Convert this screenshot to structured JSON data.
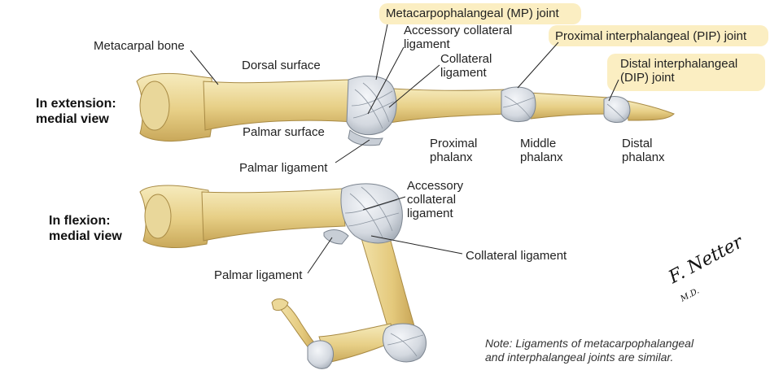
{
  "headings": {
    "extension": [
      "In extension:",
      "medial view"
    ],
    "flexion": [
      "In flexion:",
      "medial view"
    ]
  },
  "labels": {
    "metacarpal_bone": "Metacarpal bone",
    "dorsal_surface": "Dorsal surface",
    "palmar_surface": "Palmar surface",
    "mp_joint": "Metacarpophalangeal (MP) joint",
    "accessory_collateral_top": [
      "Accessory collateral",
      "ligament"
    ],
    "collateral_top": [
      "Collateral",
      "ligament"
    ],
    "pip_joint": "Proximal interphalangeal (PIP) joint",
    "dip_joint": [
      "Distal interphalangeal",
      "(DIP) joint"
    ],
    "palmar_ligament_top": "Palmar ligament",
    "proximal_phalanx": [
      "Proximal",
      "phalanx"
    ],
    "middle_phalanx": [
      "Middle",
      "phalanx"
    ],
    "distal_phalanx": [
      "Distal",
      "phalanx"
    ],
    "accessory_collateral_bottom": [
      "Accessory",
      "collateral",
      "ligament"
    ],
    "collateral_bottom": "Collateral ligament",
    "palmar_ligament_bottom": "Palmar ligament"
  },
  "note": [
    "Note: Ligaments of metacarpophalangeal",
    "and interphalangeal joints are similar."
  ],
  "signature": {
    "name": "F. Netter",
    "suffix": "M.D."
  },
  "colors": {
    "bone": "#ecd898",
    "bone_shadow": "#c9a85a",
    "ligament": "#d6dbe2",
    "ligament_shadow": "#9aa3ae",
    "highlight": "#fbeec2",
    "leader": "#222222"
  }
}
